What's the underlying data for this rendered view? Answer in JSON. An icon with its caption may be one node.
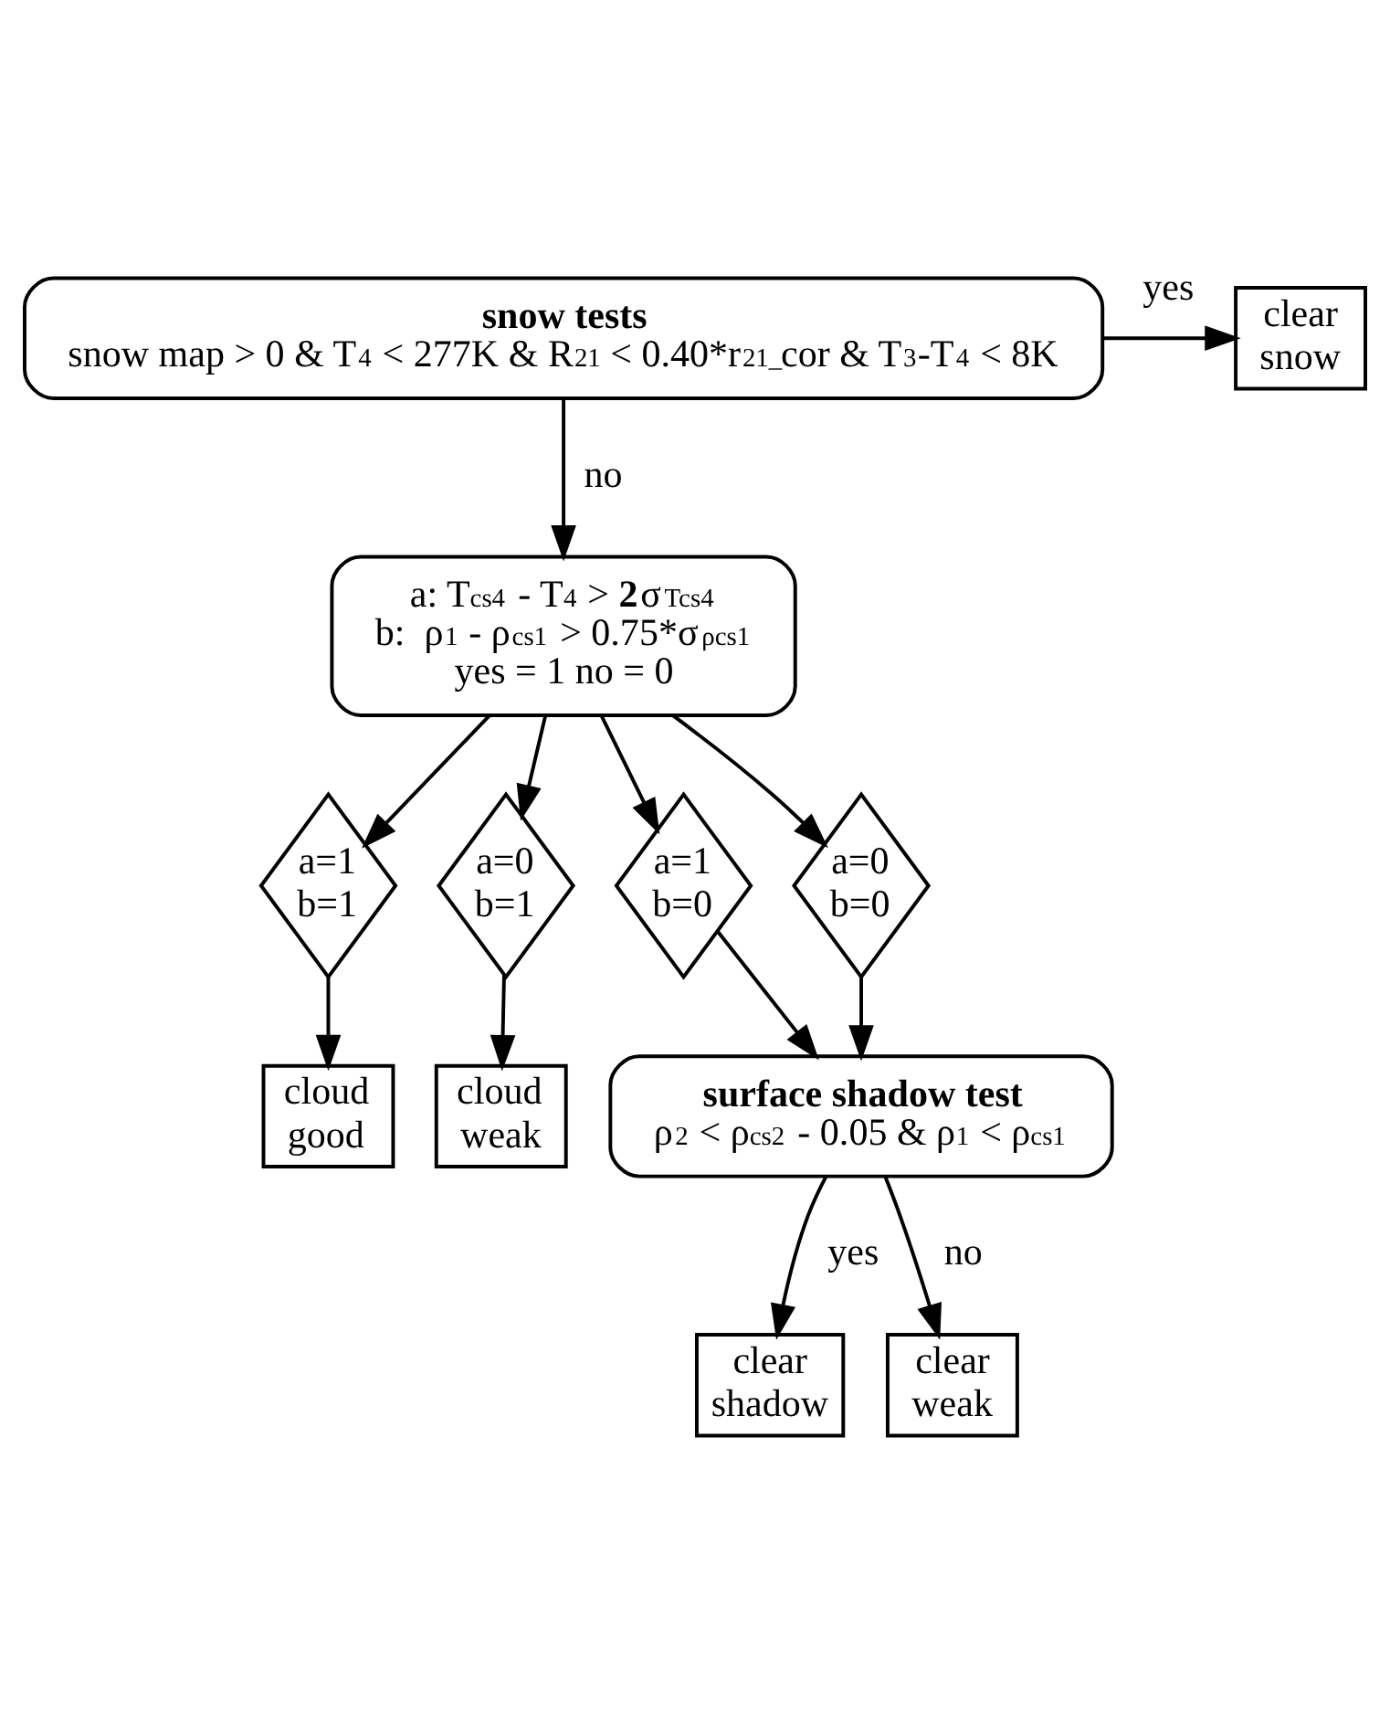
{
  "diagram": {
    "nodes": [
      {
        "text": [
          "snow tests",
          "snow map > 0 & T$_{4}$ < 277K & R$_{21}$ < 0.40*r$_{21_}$cor & T$_{3}$-T$_{4}$ < 8K"
        ]
      },
      {
        "text": [
          "clear snow"
        ]
      },
      {
        "text": [
          "a: T$_{cs4}$ - T$_{4}$ > **2**σ$_{Tcs4}$",
          "b:  ρ$_{1}$ - ρ$_{cs1}$ > 0.75*σ$_{ρcs1}$",
          "yes = 1 no = 0"
        ]
      },
      {
        "text": [
          "a=1 b=1"
        ]
      },
      {
        "text": [
          "a=0 b=1"
        ]
      },
      {
        "text": [
          "a=1 b=0"
        ]
      },
      {
        "text": [
          "a=0 b=0"
        ]
      },
      {
        "text": [
          "cloud good"
        ]
      },
      {
        "text": [
          "cloud weak"
        ]
      },
      {
        "text": [
          "surface shadow test",
          "ρ$_{2}$ < ρ$_{cs2}$ - 0.05 & ρ$_{1}$ < ρ$_{cs1}$"
        ]
      },
      {
        "text": [
          "clear shadow"
        ]
      },
      {
        "text": [
          "clear weak"
        ]
      }
    ],
    "edges": [
      {
        "from": 0,
        "to": 1,
        "arrow": "to",
        "label": "yes"
      },
      {
        "from": 0,
        "to": 2,
        "arrow": "to",
        "label": "no"
      },
      {
        "from": 2,
        "to": 3,
        "arrow": "to"
      },
      {
        "from": 2,
        "to": 4,
        "arrow": "to"
      },
      {
        "from": 2,
        "to": 5,
        "arrow": "to"
      },
      {
        "from": 2,
        "to": 6,
        "arrow": "to"
      },
      {
        "from": 3,
        "to": 7,
        "arrow": "to"
      },
      {
        "from": 4,
        "to": 8,
        "arrow": "to"
      },
      {
        "from": 5,
        "to": 9,
        "arrow": "to"
      },
      {
        "from": 6,
        "to": 9,
        "arrow": "to"
      },
      {
        "from": 9,
        "to": 10,
        "arrow": "to",
        "label": "yes"
      },
      {
        "from": 9,
        "to": 11,
        "arrow": "to",
        "label": "no"
      }
    ]
  }
}
